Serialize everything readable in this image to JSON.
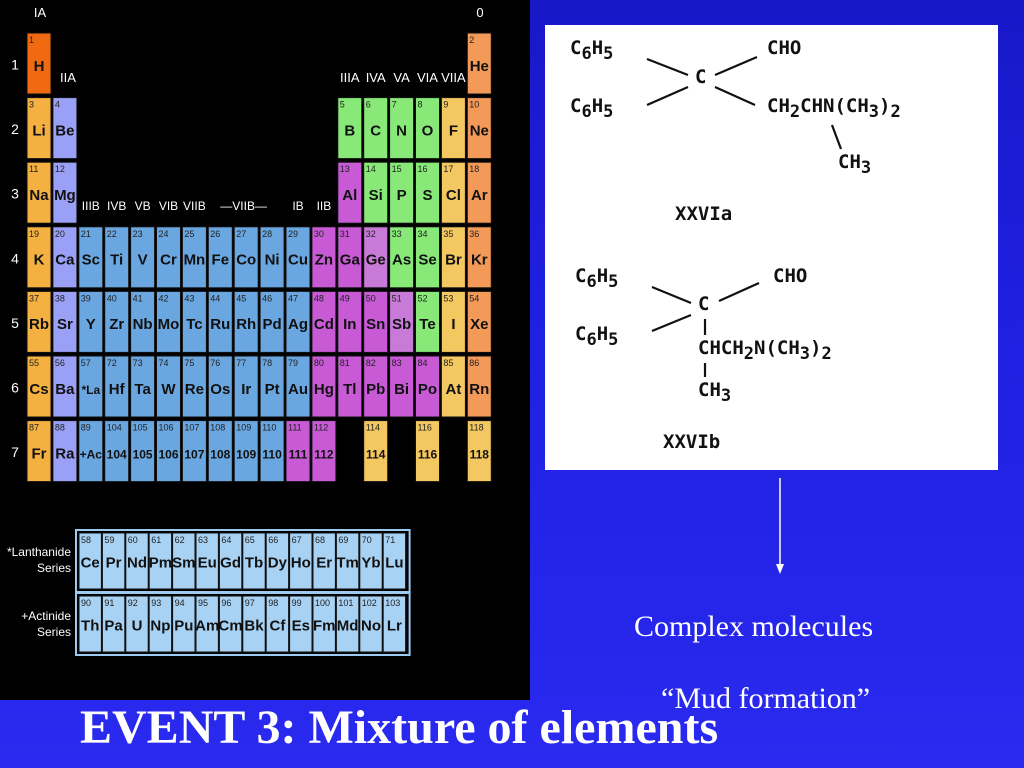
{
  "colors": {
    "s": "#f4b040",
    "p": "#9aa0f6",
    "d": "#6aa6e0",
    "metal": "#c85ad6",
    "semi": "#c87ad8",
    "non": "#88e878",
    "hal": "#f3c860",
    "noble": "#f49a58",
    "h": "#ef6a10",
    "f": "#a8d2f4",
    "black": "#000000",
    "blue": "#1f1fe0"
  },
  "table": {
    "group_IA": "IA",
    "group_0": "0",
    "group_IIA": "IIA",
    "groups_p": [
      "IIIA",
      "IVA",
      "VA",
      "VIA",
      "VIIA"
    ],
    "groups_d": [
      "IIIB",
      "IVB",
      "VB",
      "VIB",
      "VIIB",
      "—VIIB—",
      "IB",
      "IIB"
    ],
    "periods": [
      "1",
      "2",
      "3",
      "4",
      "5",
      "6",
      "7"
    ],
    "lanthanide_label": [
      "*Lanthanide",
      "Series"
    ],
    "actinide_label": [
      "+Actinide",
      "Series"
    ],
    "elements": [
      {
        "n": "1",
        "s": "H",
        "r": 0,
        "c": 0,
        "k": "h"
      },
      {
        "n": "2",
        "s": "He",
        "r": 0,
        "c": 17,
        "k": "noble"
      },
      {
        "n": "3",
        "s": "Li",
        "r": 1,
        "c": 0,
        "k": "s"
      },
      {
        "n": "4",
        "s": "Be",
        "r": 1,
        "c": 1,
        "k": "p"
      },
      {
        "n": "5",
        "s": "B",
        "r": 1,
        "c": 12,
        "k": "non"
      },
      {
        "n": "6",
        "s": "C",
        "r": 1,
        "c": 13,
        "k": "non"
      },
      {
        "n": "7",
        "s": "N",
        "r": 1,
        "c": 14,
        "k": "non"
      },
      {
        "n": "8",
        "s": "O",
        "r": 1,
        "c": 15,
        "k": "non"
      },
      {
        "n": "9",
        "s": "F",
        "r": 1,
        "c": 16,
        "k": "hal"
      },
      {
        "n": "10",
        "s": "Ne",
        "r": 1,
        "c": 17,
        "k": "noble"
      },
      {
        "n": "11",
        "s": "Na",
        "r": 2,
        "c": 0,
        "k": "s"
      },
      {
        "n": "12",
        "s": "Mg",
        "r": 2,
        "c": 1,
        "k": "p"
      },
      {
        "n": "13",
        "s": "Al",
        "r": 2,
        "c": 12,
        "k": "metal"
      },
      {
        "n": "14",
        "s": "Si",
        "r": 2,
        "c": 13,
        "k": "non"
      },
      {
        "n": "15",
        "s": "P",
        "r": 2,
        "c": 14,
        "k": "non"
      },
      {
        "n": "16",
        "s": "S",
        "r": 2,
        "c": 15,
        "k": "non"
      },
      {
        "n": "17",
        "s": "Cl",
        "r": 2,
        "c": 16,
        "k": "hal"
      },
      {
        "n": "18",
        "s": "Ar",
        "r": 2,
        "c": 17,
        "k": "noble"
      },
      {
        "n": "19",
        "s": "K",
        "r": 3,
        "c": 0,
        "k": "s"
      },
      {
        "n": "20",
        "s": "Ca",
        "r": 3,
        "c": 1,
        "k": "p"
      },
      {
        "n": "21",
        "s": "Sc",
        "r": 3,
        "c": 2,
        "k": "d"
      },
      {
        "n": "22",
        "s": "Ti",
        "r": 3,
        "c": 3,
        "k": "d"
      },
      {
        "n": "23",
        "s": "V",
        "r": 3,
        "c": 4,
        "k": "d"
      },
      {
        "n": "24",
        "s": "Cr",
        "r": 3,
        "c": 5,
        "k": "d"
      },
      {
        "n": "25",
        "s": "Mn",
        "r": 3,
        "c": 6,
        "k": "d"
      },
      {
        "n": "26",
        "s": "Fe",
        "r": 3,
        "c": 7,
        "k": "d"
      },
      {
        "n": "27",
        "s": "Co",
        "r": 3,
        "c": 8,
        "k": "d"
      },
      {
        "n": "28",
        "s": "Ni",
        "r": 3,
        "c": 9,
        "k": "d"
      },
      {
        "n": "29",
        "s": "Cu",
        "r": 3,
        "c": 10,
        "k": "d"
      },
      {
        "n": "30",
        "s": "Zn",
        "r": 3,
        "c": 11,
        "k": "metal"
      },
      {
        "n": "31",
        "s": "Ga",
        "r": 3,
        "c": 12,
        "k": "metal"
      },
      {
        "n": "32",
        "s": "Ge",
        "r": 3,
        "c": 13,
        "k": "semi"
      },
      {
        "n": "33",
        "s": "As",
        "r": 3,
        "c": 14,
        "k": "non"
      },
      {
        "n": "34",
        "s": "Se",
        "r": 3,
        "c": 15,
        "k": "non"
      },
      {
        "n": "35",
        "s": "Br",
        "r": 3,
        "c": 16,
        "k": "hal"
      },
      {
        "n": "36",
        "s": "Kr",
        "r": 3,
        "c": 17,
        "k": "noble"
      },
      {
        "n": "37",
        "s": "Rb",
        "r": 4,
        "c": 0,
        "k": "s"
      },
      {
        "n": "38",
        "s": "Sr",
        "r": 4,
        "c": 1,
        "k": "p"
      },
      {
        "n": "39",
        "s": "Y",
        "r": 4,
        "c": 2,
        "k": "d"
      },
      {
        "n": "40",
        "s": "Zr",
        "r": 4,
        "c": 3,
        "k": "d"
      },
      {
        "n": "41",
        "s": "Nb",
        "r": 4,
        "c": 4,
        "k": "d"
      },
      {
        "n": "42",
        "s": "Mo",
        "r": 4,
        "c": 5,
        "k": "d"
      },
      {
        "n": "43",
        "s": "Tc",
        "r": 4,
        "c": 6,
        "k": "d"
      },
      {
        "n": "44",
        "s": "Ru",
        "r": 4,
        "c": 7,
        "k": "d"
      },
      {
        "n": "45",
        "s": "Rh",
        "r": 4,
        "c": 8,
        "k": "d"
      },
      {
        "n": "46",
        "s": "Pd",
        "r": 4,
        "c": 9,
        "k": "d"
      },
      {
        "n": "47",
        "s": "Ag",
        "r": 4,
        "c": 10,
        "k": "d"
      },
      {
        "n": "48",
        "s": "Cd",
        "r": 4,
        "c": 11,
        "k": "metal"
      },
      {
        "n": "49",
        "s": "In",
        "r": 4,
        "c": 12,
        "k": "metal"
      },
      {
        "n": "50",
        "s": "Sn",
        "r": 4,
        "c": 13,
        "k": "metal"
      },
      {
        "n": "51",
        "s": "Sb",
        "r": 4,
        "c": 14,
        "k": "semi"
      },
      {
        "n": "52",
        "s": "Te",
        "r": 4,
        "c": 15,
        "k": "non"
      },
      {
        "n": "53",
        "s": "I",
        "r": 4,
        "c": 16,
        "k": "hal"
      },
      {
        "n": "54",
        "s": "Xe",
        "r": 4,
        "c": 17,
        "k": "noble"
      },
      {
        "n": "55",
        "s": "Cs",
        "r": 5,
        "c": 0,
        "k": "s"
      },
      {
        "n": "56",
        "s": "Ba",
        "r": 5,
        "c": 1,
        "k": "p"
      },
      {
        "n": "57",
        "s": "*La",
        "r": 5,
        "c": 2,
        "k": "d"
      },
      {
        "n": "72",
        "s": "Hf",
        "r": 5,
        "c": 3,
        "k": "d"
      },
      {
        "n": "73",
        "s": "Ta",
        "r": 5,
        "c": 4,
        "k": "d"
      },
      {
        "n": "74",
        "s": "W",
        "r": 5,
        "c": 5,
        "k": "d"
      },
      {
        "n": "75",
        "s": "Re",
        "r": 5,
        "c": 6,
        "k": "d"
      },
      {
        "n": "76",
        "s": "Os",
        "r": 5,
        "c": 7,
        "k": "d"
      },
      {
        "n": "77",
        "s": "Ir",
        "r": 5,
        "c": 8,
        "k": "d"
      },
      {
        "n": "78",
        "s": "Pt",
        "r": 5,
        "c": 9,
        "k": "d"
      },
      {
        "n": "79",
        "s": "Au",
        "r": 5,
        "c": 10,
        "k": "d"
      },
      {
        "n": "80",
        "s": "Hg",
        "r": 5,
        "c": 11,
        "k": "metal"
      },
      {
        "n": "81",
        "s": "Tl",
        "r": 5,
        "c": 12,
        "k": "metal"
      },
      {
        "n": "82",
        "s": "Pb",
        "r": 5,
        "c": 13,
        "k": "metal"
      },
      {
        "n": "83",
        "s": "Bi",
        "r": 5,
        "c": 14,
        "k": "metal"
      },
      {
        "n": "84",
        "s": "Po",
        "r": 5,
        "c": 15,
        "k": "metal"
      },
      {
        "n": "85",
        "s": "At",
        "r": 5,
        "c": 16,
        "k": "hal"
      },
      {
        "n": "86",
        "s": "Rn",
        "r": 5,
        "c": 17,
        "k": "noble"
      },
      {
        "n": "87",
        "s": "Fr",
        "r": 6,
        "c": 0,
        "k": "s"
      },
      {
        "n": "88",
        "s": "Ra",
        "r": 6,
        "c": 1,
        "k": "p"
      },
      {
        "n": "89",
        "s": "+Ac",
        "r": 6,
        "c": 2,
        "k": "d"
      },
      {
        "n": "104",
        "s": "104",
        "r": 6,
        "c": 3,
        "k": "d"
      },
      {
        "n": "105",
        "s": "105",
        "r": 6,
        "c": 4,
        "k": "d"
      },
      {
        "n": "106",
        "s": "106",
        "r": 6,
        "c": 5,
        "k": "d"
      },
      {
        "n": "107",
        "s": "107",
        "r": 6,
        "c": 6,
        "k": "d"
      },
      {
        "n": "108",
        "s": "108",
        "r": 6,
        "c": 7,
        "k": "d"
      },
      {
        "n": "109",
        "s": "109",
        "r": 6,
        "c": 8,
        "k": "d"
      },
      {
        "n": "110",
        "s": "110",
        "r": 6,
        "c": 9,
        "k": "d"
      },
      {
        "n": "111",
        "s": "111",
        "r": 6,
        "c": 10,
        "k": "metal"
      },
      {
        "n": "112",
        "s": "112",
        "r": 6,
        "c": 11,
        "k": "metal"
      },
      {
        "n": "114",
        "s": "114",
        "r": 6,
        "c": 13,
        "k": "hal"
      },
      {
        "n": "116",
        "s": "116",
        "r": 6,
        "c": 15,
        "k": "hal"
      },
      {
        "n": "118",
        "s": "118",
        "r": 6,
        "c": 17,
        "k": "hal"
      }
    ],
    "lanthanides": [
      [
        "58",
        "Ce"
      ],
      [
        "59",
        "Pr"
      ],
      [
        "60",
        "Nd"
      ],
      [
        "61",
        "Pm"
      ],
      [
        "62",
        "Sm"
      ],
      [
        "63",
        "Eu"
      ],
      [
        "64",
        "Gd"
      ],
      [
        "65",
        "Tb"
      ],
      [
        "66",
        "Dy"
      ],
      [
        "67",
        "Ho"
      ],
      [
        "68",
        "Er"
      ],
      [
        "69",
        "Tm"
      ],
      [
        "70",
        "Yb"
      ],
      [
        "71",
        "Lu"
      ]
    ],
    "actinides": [
      [
        "90",
        "Th"
      ],
      [
        "91",
        "Pa"
      ],
      [
        "92",
        "U"
      ],
      [
        "93",
        "Np"
      ],
      [
        "94",
        "Pu"
      ],
      [
        "95",
        "Am"
      ],
      [
        "96",
        "Cm"
      ],
      [
        "97",
        "Bk"
      ],
      [
        "98",
        "Cf"
      ],
      [
        "99",
        "Es"
      ],
      [
        "100",
        "Fm"
      ],
      [
        "101",
        "Md"
      ],
      [
        "102",
        "No"
      ],
      [
        "103",
        "Lr"
      ]
    ]
  },
  "structures": {
    "a": {
      "ph1": [
        "C",
        "6",
        "H",
        "5"
      ],
      "ph2": [
        "C",
        "6",
        "H",
        "5"
      ],
      "center": "C",
      "cho": "CHO",
      "chain_pre": "CH",
      "chain_sub": "2",
      "chain_mid": "CHN(CH",
      "chain_sub2": "3",
      "chain_post": ")",
      "chain_sub3": "2",
      "methyl_pre": "CH",
      "methyl_sub": "3",
      "label": "XXVIa"
    },
    "b": {
      "ph1": [
        "C",
        "6",
        "H",
        "5"
      ],
      "ph2": [
        "C",
        "6",
        "H",
        "5"
      ],
      "center": "C",
      "cho": "CHO",
      "chain_pre": "CHCH",
      "chain_sub": "2",
      "chain_mid": "N(CH",
      "chain_sub2": "3",
      "chain_post": ")",
      "chain_sub3": "2",
      "methyl_pre": "CH",
      "methyl_sub": "3",
      "label": "XXVIb"
    }
  },
  "captions": {
    "complex": "Complex molecules",
    "mud": "“Mud formation”",
    "title": "EVENT 3: Mixture of elements"
  }
}
